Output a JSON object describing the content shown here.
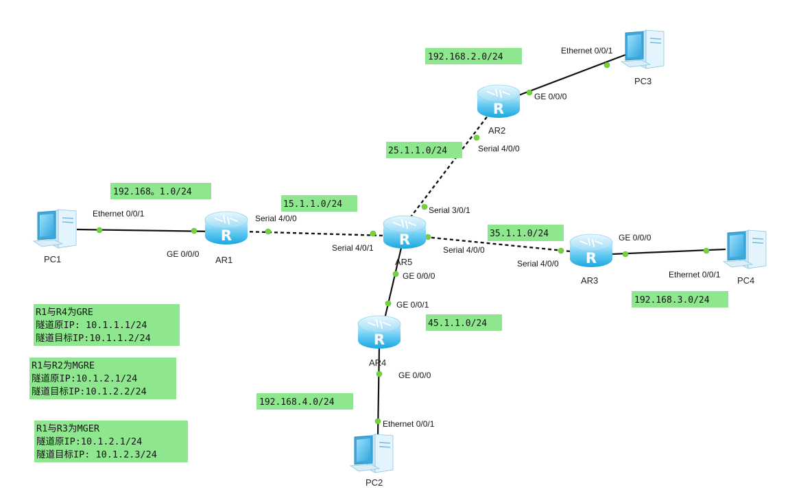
{
  "colors": {
    "label_bg": "#8ee68e",
    "router_light": "#bfeeff",
    "router_dark": "#1aa8de",
    "pc_screen": "#5cc3f0",
    "pc_body": "#cfe9f7",
    "port_dot": "#74d13f",
    "link": "#111111"
  },
  "devices": {
    "pc1": "PC1",
    "pc2": "PC2",
    "pc3": "PC3",
    "pc4": "PC4",
    "ar1": "AR1",
    "ar2": "AR2",
    "ar3": "AR3",
    "ar4": "AR4",
    "ar5": "AR5"
  },
  "router_glyph": "R",
  "ports": {
    "pc1_eth": "Ethernet 0/0/1",
    "ar1_ge": "GE 0/0/0",
    "ar1_serial": "Serial 4/0/0",
    "ar5_s401": "Serial 4/0/1",
    "ar5_s301": "Serial 3/0/1",
    "ar5_s400": "Serial 4/0/0",
    "ar5_ge": "GE 0/0/0",
    "ar2_serial": "Serial 4/0/0",
    "ar2_ge": "GE 0/0/0",
    "pc3_eth": "Ethernet 0/0/1",
    "ar3_serial": "Serial 4/0/0",
    "ar3_ge": "GE 0/0/0",
    "pc4_eth": "Ethernet 0/0/1",
    "ar4_ge001": "GE 0/0/1",
    "ar4_ge000": "GE 0/0/0",
    "pc2_eth": "Ethernet 0/0/1"
  },
  "networks": {
    "lan1": "192.168。1.0/24",
    "lan2": "192.168.2.0/24",
    "lan3": "192.168.3.0/24",
    "lan4": "192.168.4.0/24",
    "wan_15": "15.1.1.0/24",
    "wan_25": "25.1.1.0/24",
    "wan_35": "35.1.1.0/24",
    "wan_45": "45.1.1.0/24"
  },
  "notes": {
    "gre_r1_r4": {
      "title": "R1与R4为GRE",
      "src": "隧道原IP: 10.1.1.1/24",
      "dst": "隧道目标IP:10.1.1.2/24"
    },
    "mgre_r1_r2": {
      "title": "R1与R2为MGRE",
      "src": "隧道原IP:10.1.2.1/24",
      "dst": "隧道目标IP:10.1.2.2/24"
    },
    "mger_r1_r3": {
      "title": "R1与R3为MGER",
      "src": "隧道原IP:10.1.2.1/24",
      "dst": "隧道目标IP: 10.1.2.3/24"
    }
  }
}
